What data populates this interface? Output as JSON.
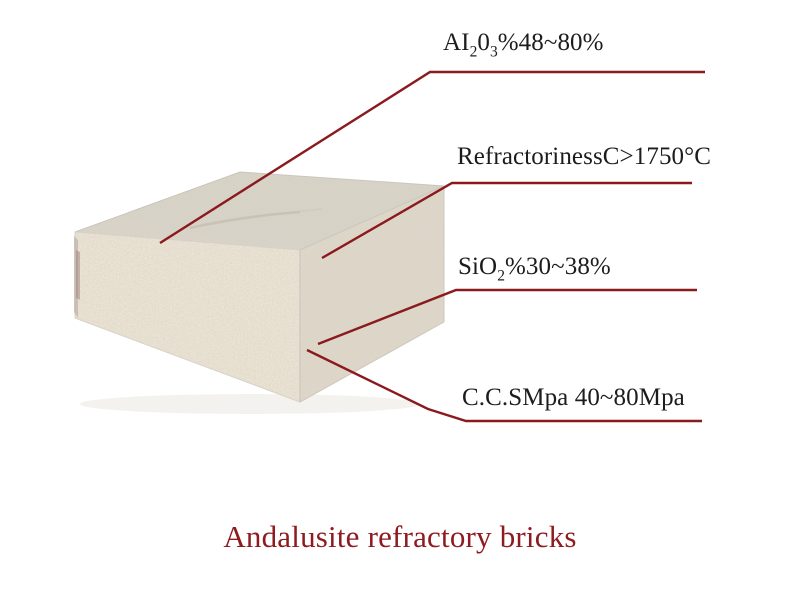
{
  "product": {
    "caption": "Andalusite refractory bricks",
    "caption_color": "#8e1b20",
    "leader_color": "#8b1a1f",
    "background_color": "#ffffff"
  },
  "callouts": [
    {
      "id": "alumina-content",
      "prefix": "AI",
      "sub1": "2",
      "mid": "0",
      "sub2": "3",
      "suffix": "%48~80%",
      "full_text": "AI2O3%48~80%"
    },
    {
      "id": "refractoriness",
      "full_text": "RefractorinessC>1750°C"
    },
    {
      "id": "silica-content",
      "prefix": "SiO",
      "sub1": "2",
      "suffix": "%30~38%",
      "full_text": "SiO2%30~38%"
    },
    {
      "id": "cold-crushing-strength",
      "full_text": "C.C.SMpa 40~80Mpa"
    }
  ],
  "brick": {
    "top_face_color": "#d6d3ca",
    "front_face_color": "#e9e6dd",
    "side_face_color": "#ded9cf",
    "speckle_color": "#c2a173"
  }
}
